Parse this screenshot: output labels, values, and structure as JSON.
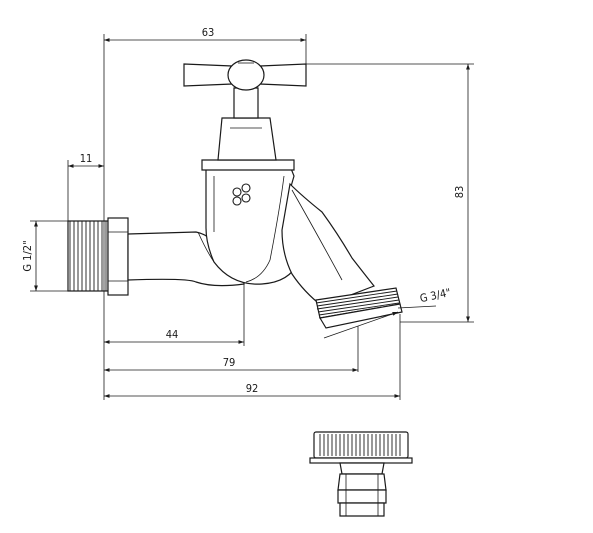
{
  "dimensions": {
    "top_width": "63",
    "height": "83",
    "inlet_thread_length": "11",
    "inlet_thread": "G 1/2\"",
    "outlet_thread": "G 3/4\"",
    "body_offset": "44",
    "outlet_center": "79",
    "overall_length": "92"
  },
  "colors": {
    "line": "#1a1a1a",
    "background": "#ffffff"
  }
}
